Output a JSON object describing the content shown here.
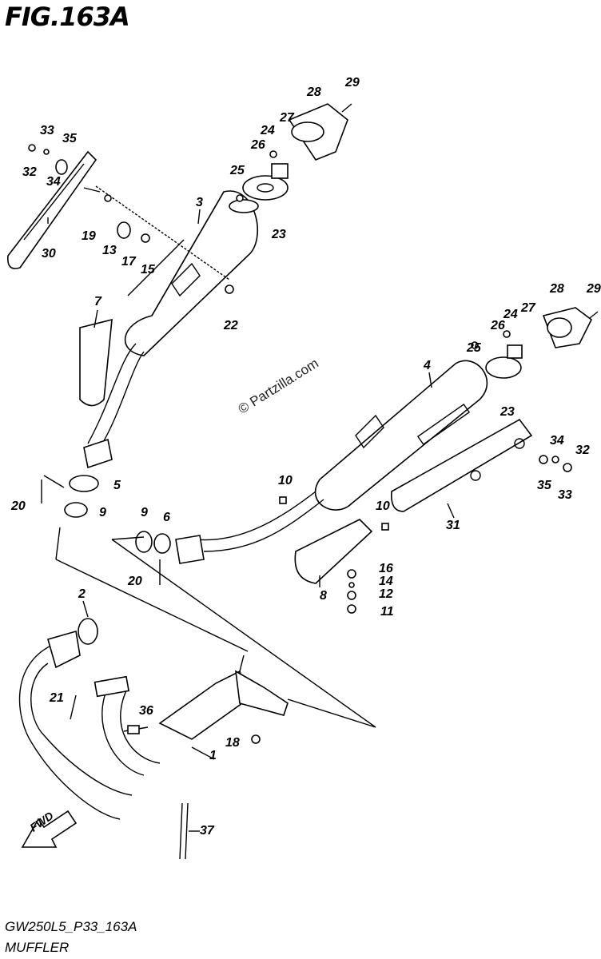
{
  "figure": {
    "title": "FIG.163A",
    "code": "GW250L5_P33_163A",
    "subtitle": "MUFFLER",
    "watermark": "© Partzilla.com",
    "fwd_label": "FWD"
  },
  "callouts": [
    {
      "id": "c33a",
      "label": "33"
    },
    {
      "id": "c35a",
      "label": "35"
    },
    {
      "id": "c32a",
      "label": "32"
    },
    {
      "id": "c34a",
      "label": "34"
    },
    {
      "id": "c30",
      "label": "30"
    },
    {
      "id": "c19",
      "label": "19"
    },
    {
      "id": "c13",
      "label": "13"
    },
    {
      "id": "c17",
      "label": "17"
    },
    {
      "id": "c15",
      "label": "15"
    },
    {
      "id": "c3",
      "label": "3"
    },
    {
      "id": "c22",
      "label": "22"
    },
    {
      "id": "c28a",
      "label": "28"
    },
    {
      "id": "c29a",
      "label": "29"
    },
    {
      "id": "c27a",
      "label": "27"
    },
    {
      "id": "c24a",
      "label": "24"
    },
    {
      "id": "c26a",
      "label": "26"
    },
    {
      "id": "c25a",
      "label": "25"
    },
    {
      "id": "c23a",
      "label": "23"
    },
    {
      "id": "c7",
      "label": "7"
    },
    {
      "id": "c5",
      "label": "5"
    },
    {
      "id": "c20a",
      "label": "20"
    },
    {
      "id": "c9a",
      "label": "9"
    },
    {
      "id": "c28b",
      "label": "28"
    },
    {
      "id": "c29b",
      "label": "29"
    },
    {
      "id": "c24b",
      "label": "24"
    },
    {
      "id": "c27b",
      "label": "27"
    },
    {
      "id": "c26b",
      "label": "26"
    },
    {
      "id": "c25b",
      "label": "25"
    },
    {
      "id": "c4",
      "label": "4"
    },
    {
      "id": "c23b",
      "label": "23"
    },
    {
      "id": "c34b",
      "label": "34"
    },
    {
      "id": "c32b",
      "label": "32"
    },
    {
      "id": "c35b",
      "label": "35"
    },
    {
      "id": "c33b",
      "label": "33"
    },
    {
      "id": "c10a",
      "label": "10"
    },
    {
      "id": "c10b",
      "label": "10"
    },
    {
      "id": "c31",
      "label": "31"
    },
    {
      "id": "c9b",
      "label": "9"
    },
    {
      "id": "c6",
      "label": "6"
    },
    {
      "id": "c20b",
      "label": "20"
    },
    {
      "id": "c16",
      "label": "16"
    },
    {
      "id": "c14",
      "label": "14"
    },
    {
      "id": "c12",
      "label": "12"
    },
    {
      "id": "c11",
      "label": "11"
    },
    {
      "id": "c8",
      "label": "8"
    },
    {
      "id": "c2",
      "label": "2"
    },
    {
      "id": "c21",
      "label": "21"
    },
    {
      "id": "c36",
      "label": "36"
    },
    {
      "id": "c18",
      "label": "18"
    },
    {
      "id": "c1",
      "label": "1"
    },
    {
      "id": "c37",
      "label": "37"
    }
  ]
}
